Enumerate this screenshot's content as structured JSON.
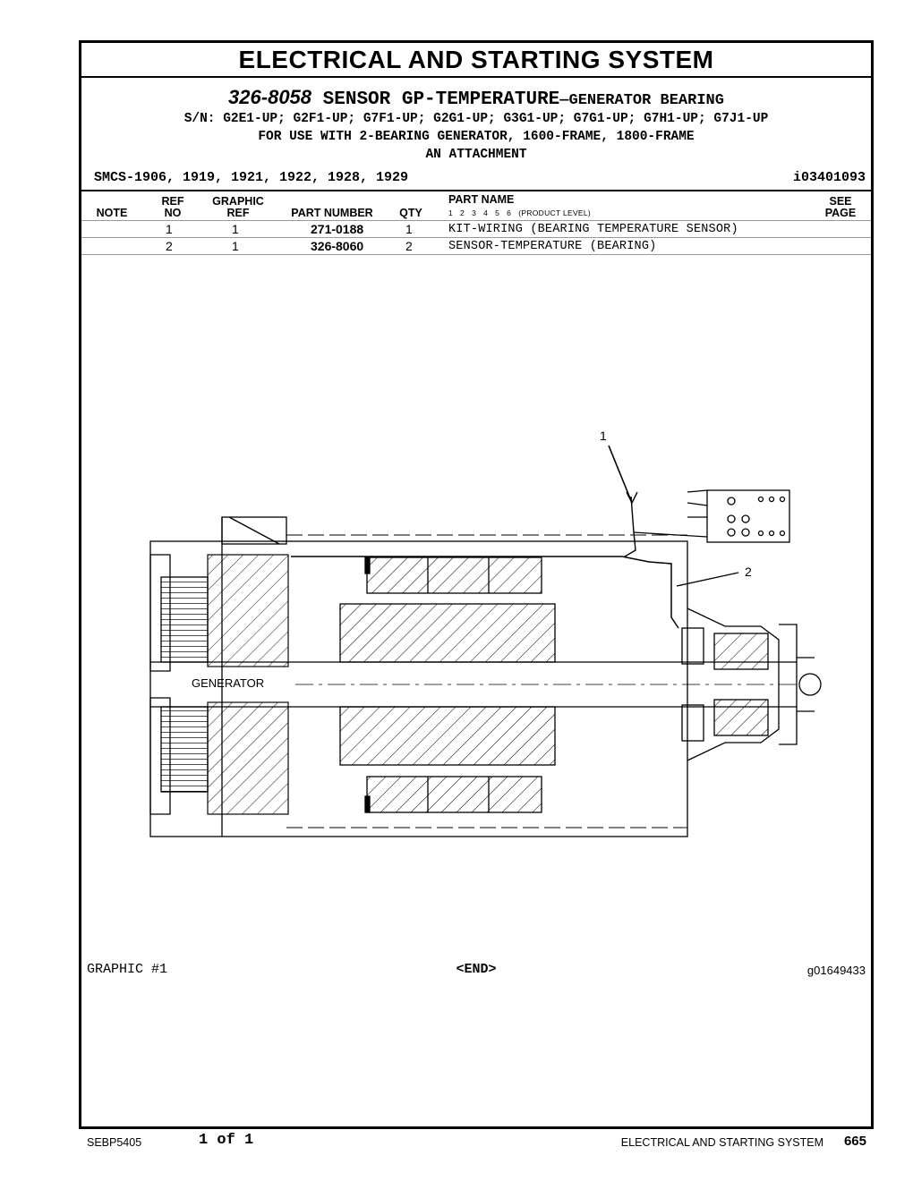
{
  "section": {
    "title": "ELECTRICAL AND STARTING SYSTEM"
  },
  "group": {
    "number": "326-8058",
    "name": "SENSOR GP-TEMPERATURE",
    "suffix": "—GENERATOR BEARING",
    "serials": "S/N: G2E1-UP; G2F1-UP; G7F1-UP; G2G1-UP; G3G1-UP; G7G1-UP; G7H1-UP; G7J1-UP",
    "use": "FOR USE WITH 2-BEARING GENERATOR, 1600-FRAME, 1800-FRAME",
    "attachment": "AN ATTACHMENT"
  },
  "smcs": "SMCS-1906, 1919, 1921, 1922, 1928, 1929",
  "doc_id": "i03401093",
  "columns": {
    "note": "NOTE",
    "ref_no_1": "REF",
    "ref_no_2": "NO",
    "graphic_ref_1": "GRAPHIC",
    "graphic_ref_2": "REF",
    "part_number": "PART NUMBER",
    "qty": "QTY",
    "part_name": "PART NAME",
    "levels": [
      "1",
      "2",
      "3",
      "4",
      "5",
      "6",
      "(PRODUCT LEVEL)"
    ],
    "see_page_1": "SEE",
    "see_page_2": "PAGE"
  },
  "parts": [
    {
      "ref_no": "1",
      "graphic_ref": "1",
      "part_number": "271-0188",
      "qty": "1",
      "name": "KIT-WIRING (BEARING TEMPERATURE SENSOR)"
    },
    {
      "ref_no": "2",
      "graphic_ref": "1",
      "part_number": "326-8060",
      "qty": "2",
      "name": "SENSOR-TEMPERATURE (BEARING)"
    }
  ],
  "drawing": {
    "callout_1": "1",
    "callout_2": "2",
    "label": "GENERATOR"
  },
  "graphic_label": "GRAPHIC #1",
  "end_label": "<END>",
  "graphic_number": "g01649433",
  "footer": {
    "doc": "SEBP5405",
    "page_of": "1 of 1",
    "section": "ELECTRICAL AND STARTING SYSTEM",
    "page": "665"
  }
}
